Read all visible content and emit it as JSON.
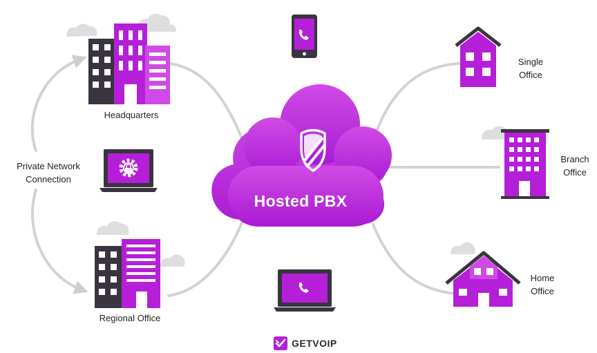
{
  "center": {
    "title": "Hosted PBX",
    "icon": "shield-icon"
  },
  "nodes": {
    "headquarters": "Headquarters",
    "regional": "Regional Office",
    "private_network": [
      "Private Network",
      "Connection"
    ],
    "single_office": [
      "Single",
      "Office"
    ],
    "branch_office": [
      "Branch",
      "Office"
    ],
    "home_office": [
      "Home",
      "Office"
    ]
  },
  "brand": {
    "name": "GETVOIP",
    "icon": "checkmark-logo-icon"
  },
  "colors": {
    "purple": "#b51fd8",
    "purple_light": "#d04ae6",
    "dark": "#3a3440",
    "line": "#cfcfcf",
    "cloud_gray": "#dedede"
  }
}
